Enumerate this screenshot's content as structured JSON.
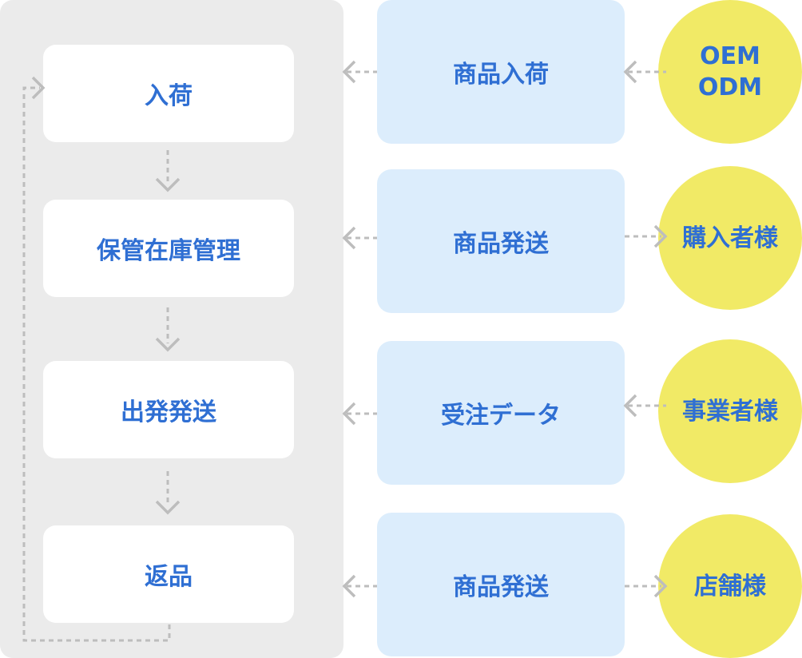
{
  "process_steps": [
    "入荷",
    "保管在庫管理",
    "出発発送",
    "返品"
  ],
  "services": [
    "商品入荷",
    "商品発送",
    "受注データ",
    "商品発送"
  ],
  "parties": [
    {
      "line1": "OEM",
      "line2": "ODM"
    },
    {
      "line1": "購入者様"
    },
    {
      "line1": "事業者様"
    },
    {
      "line1": "店舗様"
    }
  ],
  "colors": {
    "text": "#2f6fd3",
    "panel": "#ebebeb",
    "service_bg": "#dcedfc",
    "party_bg": "#f1ea66",
    "arrow": "#bdbdbd"
  }
}
